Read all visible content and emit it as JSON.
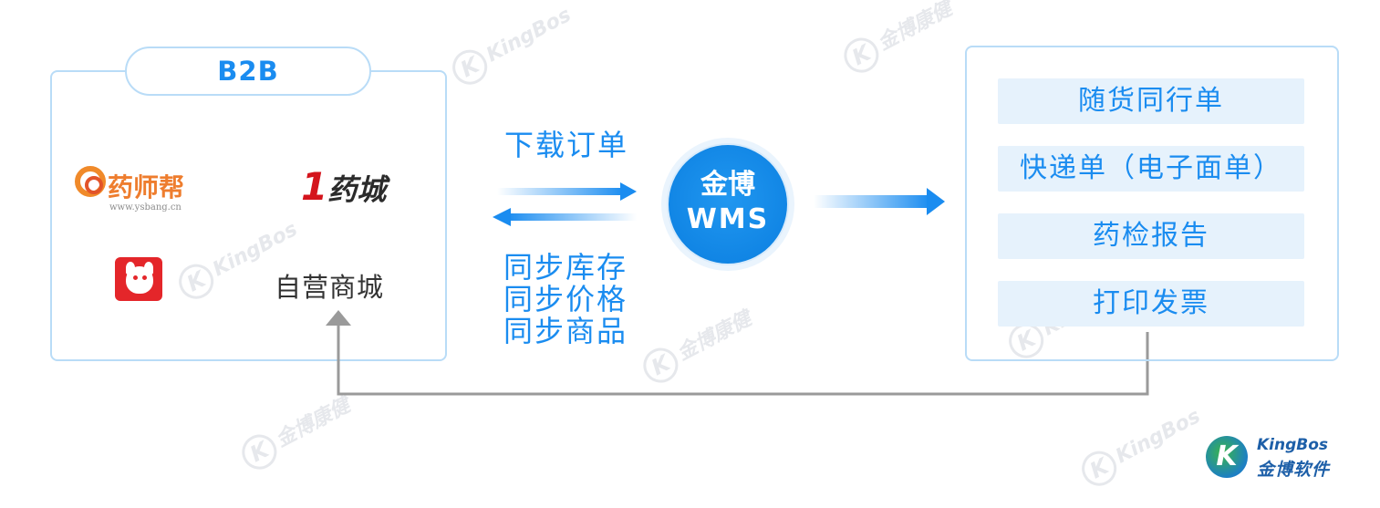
{
  "watermark": {
    "brand_en": "KingBos",
    "brand_cn": "金博康健",
    "mark": "K"
  },
  "sources": {
    "group_label": "B2B",
    "logos": [
      {
        "name": "药师帮",
        "url": "www.ysbang.cn",
        "icon": "ysbang-logo"
      },
      {
        "name_num": "1",
        "name": "药城",
        "icon": "111-yaocheng-logo"
      },
      {
        "icon": "jd-dog-logo"
      }
    ],
    "self_mall": "自营商城"
  },
  "flows": {
    "download_orders": "下载订单",
    "sync": [
      "同步库存",
      "同步价格",
      "同步商品"
    ]
  },
  "hub": {
    "line1": "金博",
    "line2": "WMS"
  },
  "outputs": {
    "items": [
      "随货同行单",
      "快递单（电子面单）",
      "药检报告",
      "打印发票"
    ]
  },
  "brand": {
    "mark": "K",
    "en": "KingBos",
    "cn": "金博软件"
  },
  "colors": {
    "accent": "#1a8cf0",
    "panel_border": "#b9dcf7",
    "item_bg": "#e6f2fc",
    "return_line": "#9a9a9a"
  }
}
